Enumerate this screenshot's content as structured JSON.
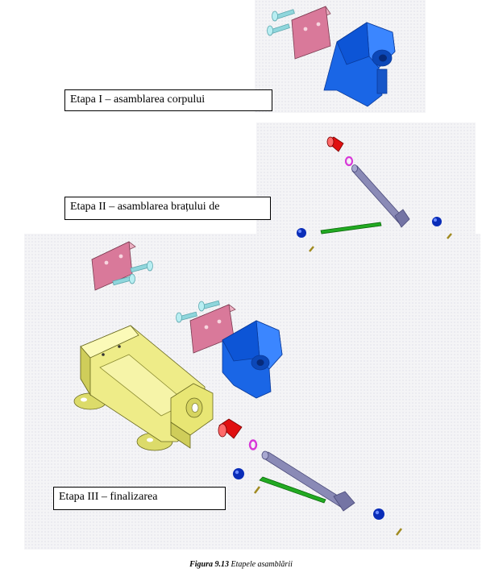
{
  "stages": [
    {
      "label": "Etapa I – asamblarea corpului"
    },
    {
      "label": "Etapa II – asamblarea brațului de"
    },
    {
      "label": "Etapa III – finalizarea"
    }
  ],
  "caption": {
    "number": "Figura 9.13",
    "text": "Etapele asamblării"
  },
  "part_colors": {
    "body": "#f0ef8a",
    "jaw": "#1a66e6",
    "plate": "#d9799a",
    "screw": "#8fd6dc",
    "rod": "#8a8ab6",
    "handle_bar": "#22aa22",
    "ball": "#0a2db8",
    "nut": "#e01010",
    "ring": "#d838d8",
    "pin": "#a08a20"
  }
}
